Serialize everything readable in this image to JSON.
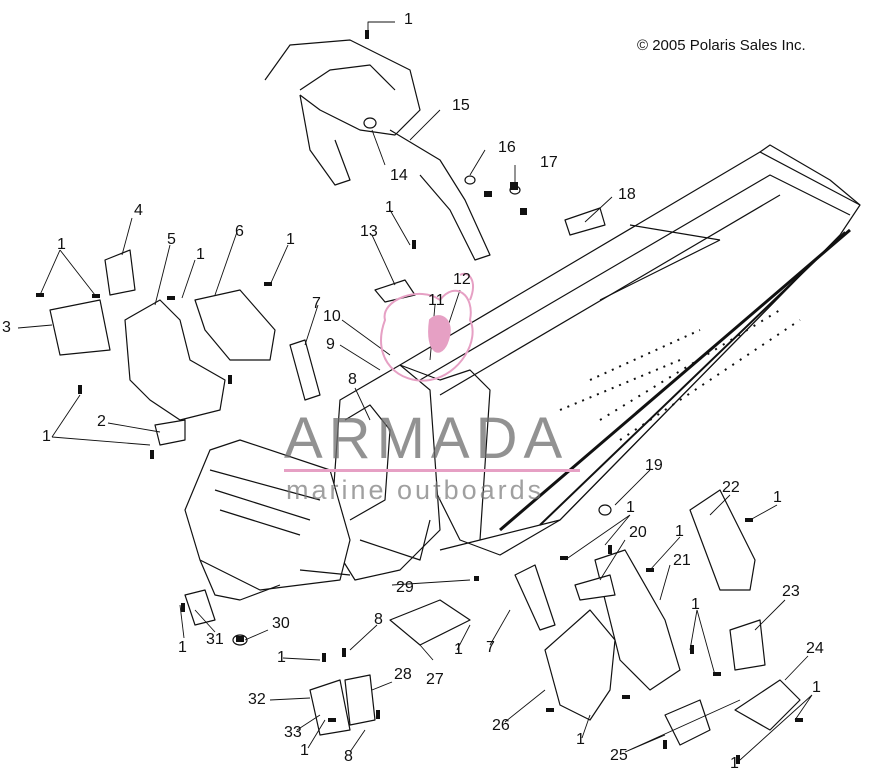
{
  "copyright": "© 2005 Polaris Sales Inc.",
  "watermark": {
    "title": "ARMADA",
    "subtitle": "marine outboards",
    "accent_color": "#e6a0c4"
  },
  "callouts": [
    {
      "id": "c1a",
      "label": "1"
    },
    {
      "id": "c15",
      "label": "15"
    },
    {
      "id": "c14",
      "label": "14"
    },
    {
      "id": "c16",
      "label": "16"
    },
    {
      "id": "c17",
      "label": "17"
    },
    {
      "id": "c18",
      "label": "18"
    },
    {
      "id": "c4",
      "label": "4"
    },
    {
      "id": "c1b",
      "label": "1"
    },
    {
      "id": "c5",
      "label": "5"
    },
    {
      "id": "c1c",
      "label": "1"
    },
    {
      "id": "c6",
      "label": "6"
    },
    {
      "id": "c1d",
      "label": "1"
    },
    {
      "id": "c1e",
      "label": "1"
    },
    {
      "id": "c13",
      "label": "13"
    },
    {
      "id": "c12",
      "label": "12"
    },
    {
      "id": "c11",
      "label": "11"
    },
    {
      "id": "c3",
      "label": "3"
    },
    {
      "id": "c7a",
      "label": "7"
    },
    {
      "id": "c10",
      "label": "10"
    },
    {
      "id": "c9",
      "label": "9"
    },
    {
      "id": "c8a",
      "label": "8"
    },
    {
      "id": "c2",
      "label": "2"
    },
    {
      "id": "c1f",
      "label": "1"
    },
    {
      "id": "c19",
      "label": "19"
    },
    {
      "id": "c22",
      "label": "22"
    },
    {
      "id": "c1g",
      "label": "1"
    },
    {
      "id": "c1h",
      "label": "1"
    },
    {
      "id": "c20",
      "label": "20"
    },
    {
      "id": "c1i",
      "label": "1"
    },
    {
      "id": "c21",
      "label": "21"
    },
    {
      "id": "c29",
      "label": "29"
    },
    {
      "id": "c23",
      "label": "23"
    },
    {
      "id": "c1j",
      "label": "1"
    },
    {
      "id": "c24",
      "label": "24"
    },
    {
      "id": "c31",
      "label": "31"
    },
    {
      "id": "c1k",
      "label": "1"
    },
    {
      "id": "c30",
      "label": "30"
    },
    {
      "id": "c8b",
      "label": "8"
    },
    {
      "id": "c1l",
      "label": "1"
    },
    {
      "id": "c1m",
      "label": "1"
    },
    {
      "id": "c7b",
      "label": "7"
    },
    {
      "id": "c27",
      "label": "27"
    },
    {
      "id": "c28",
      "label": "28"
    },
    {
      "id": "c32",
      "label": "32"
    },
    {
      "id": "c33",
      "label": "33"
    },
    {
      "id": "c1n",
      "label": "1"
    },
    {
      "id": "c8c",
      "label": "8"
    },
    {
      "id": "c26",
      "label": "26"
    },
    {
      "id": "c1o",
      "label": "1"
    },
    {
      "id": "c1p",
      "label": "1"
    },
    {
      "id": "c25",
      "label": "25"
    },
    {
      "id": "c1q",
      "label": "1"
    }
  ]
}
